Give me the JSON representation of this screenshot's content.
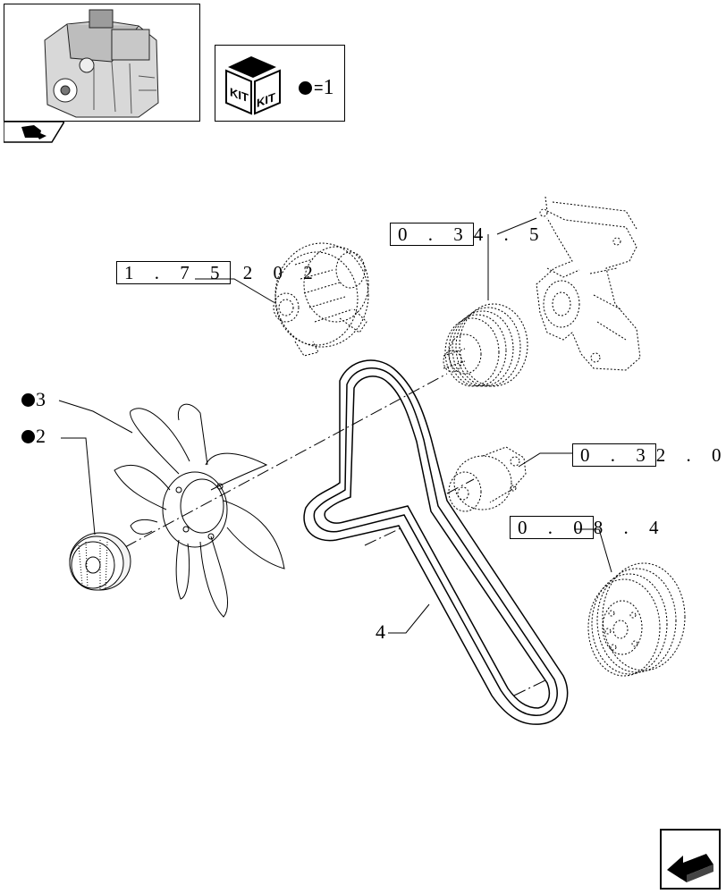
{
  "kit_legend": {
    "symbol": "●",
    "equals": "=",
    "value": "1"
  },
  "kit_icon_text": [
    "KIT",
    "KIT"
  ],
  "refs": [
    {
      "boxed": "1 . 7 5",
      "rest": " 2 0 2"
    },
    {
      "boxed": "0 . 3",
      "rest": "4 . 5"
    },
    {
      "boxed": "0 . 3",
      "rest": "2 . 0"
    },
    {
      "boxed": "0 . 0",
      "rest": "8 . 4"
    }
  ],
  "callouts": [
    {
      "num": "3",
      "kit": true
    },
    {
      "num": "2",
      "kit": true
    },
    {
      "num": "4",
      "kit": false
    }
  ]
}
